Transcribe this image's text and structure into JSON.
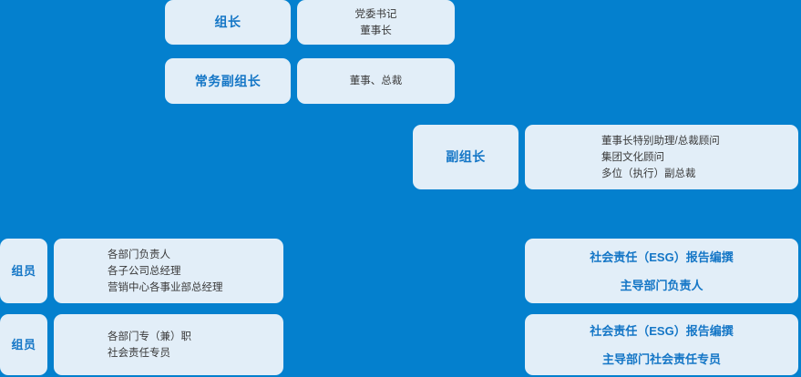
{
  "theme": {
    "background_color": "#0480ce",
    "card_color": "#e2eef8",
    "role_text_color": "#1476c6",
    "detail_text_color": "#3a3a3a"
  },
  "rows": [
    {
      "role": "组长",
      "details": [
        "党委书记",
        "董事长"
      ]
    },
    {
      "role": "常务副组长",
      "details": [
        "董事、总裁"
      ]
    },
    {
      "role": "副组长",
      "details": [
        "董事长特别助理/总裁顾问",
        "集团文化顾问",
        "多位（执行）副总裁"
      ]
    },
    {
      "role": "组员",
      "details": [
        "各部门负责人",
        "各子公司总经理",
        "营销中心各事业部总经理"
      ],
      "esg": [
        "社会责任（ESG）报告编撰",
        "主导部门负责人"
      ]
    },
    {
      "role": "组员",
      "details": [
        "各部门专（兼）职",
        "社会责任专员"
      ],
      "esg": [
        "社会责任（ESG）报告编撰",
        "主导部门社会责任专员"
      ]
    }
  ]
}
